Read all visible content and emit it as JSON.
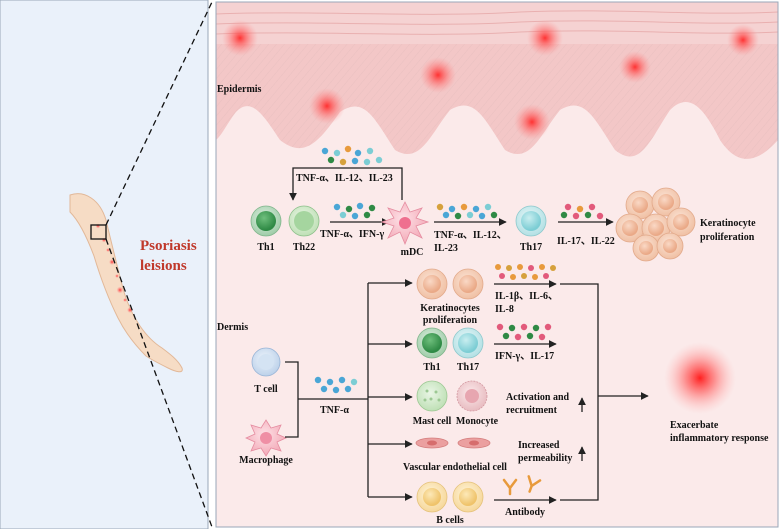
{
  "left_panel": {
    "title_line1": "Psoriasis",
    "title_line2": "leisions"
  },
  "layers": {
    "epidermis": "Epidermis",
    "dermis": "Dermis"
  },
  "top_pathway": {
    "cytokines_mdc_to_t": "TNF-α、IL-12、IL-23",
    "th1": "Th1",
    "th22": "Th22",
    "cytokines_t_to_mdc": "TNF-α、IFN-γ",
    "mdc": "mDC",
    "cytokines_mdc_to_th17_line1": "TNF-α、IL-12、",
    "cytokines_mdc_to_th17_line2": "IL-23",
    "th17": "Th17",
    "cytokines_th17_out": "IL-17、IL-22",
    "keratinocyte_line1": "Keratinocyte",
    "keratinocyte_line2": "proliferation"
  },
  "dermis_pathway": {
    "t_cell": "T cell",
    "macrophage": "Macrophage",
    "tnf": "TNF-α",
    "keratinocytes_line1": "Keratinocytes",
    "keratinocytes_line2": "proliferation",
    "il_line1": "IL-1β、IL-6、",
    "il_line2": "IL-8",
    "th1": "Th1",
    "th17": "Th17",
    "ifn": "IFN-γ、IL-17",
    "mast_cell": "Mast cell",
    "monocyte": "Monocyte",
    "activation_line1": "Activation and",
    "activation_line2": "recruitment",
    "vascular": "Vascular endothelial cell",
    "permeability_line1": "Increased",
    "permeability_line2": "permeability",
    "b_cells": "B cells",
    "antibody": "Antibody",
    "outcome_line1": "Exacerbate",
    "outcome_line2": "inflammatory response"
  },
  "colors": {
    "title_red": "#c0392b",
    "skin_pink": "#f3c7c7",
    "dermis_bg": "#fbeaea",
    "left_bg": "#eaf1fa"
  }
}
